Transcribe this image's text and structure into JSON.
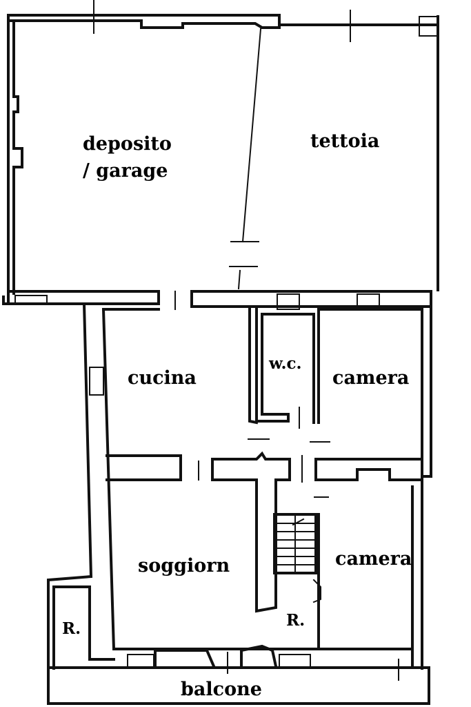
{
  "rooms": {
    "deposito_line1": "deposito",
    "deposito_line2": "/ garage",
    "tettoia": "tettoia",
    "cucina": "cucina",
    "wc": "w.c.",
    "camera_upper": "camera",
    "camera_lower": "camera",
    "soggiorno": "soggiorn",
    "ripostiglio_left": "R.",
    "ripostiglio_stair": "R.",
    "balcone": "balcone"
  }
}
